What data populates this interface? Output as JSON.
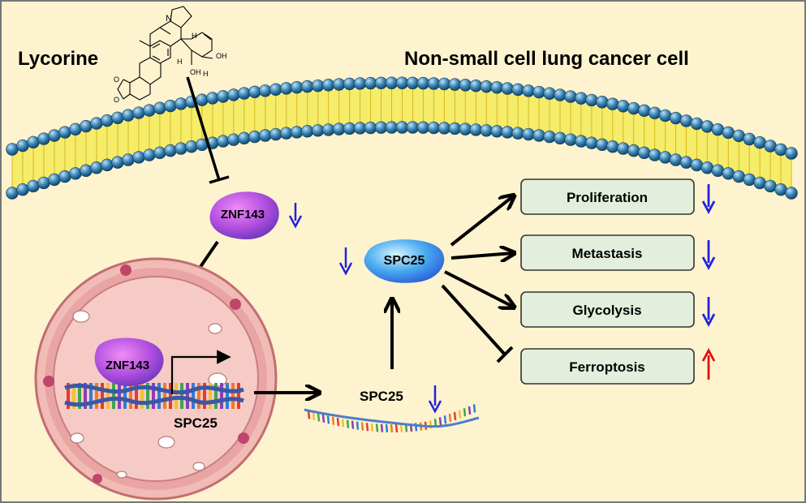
{
  "labels": {
    "compound": "Lycorine",
    "cell": "Non-small cell lung cancer cell",
    "znf143_cyto": "ZNF143",
    "znf143_nuc": "ZNF143",
    "spc25_gene": "SPC25",
    "spc25_mrna": "SPC25",
    "spc25_protein": "SPC25"
  },
  "molecule": {
    "atom_N": "N",
    "atom_H1": "H",
    "atom_H2": "H",
    "atom_H3": "H",
    "atom_OH1": "OH",
    "atom_OH2": "OH",
    "atom_O1": "O",
    "atom_O2": "O"
  },
  "outcomes": [
    {
      "label": "Proliferation",
      "change": "down"
    },
    {
      "label": "Metastasis",
      "change": "down"
    },
    {
      "label": "Glycolysis",
      "change": "down"
    },
    {
      "label": "Ferroptosis",
      "change": "up"
    }
  ],
  "colors": {
    "background": "#fdf3cf",
    "membrane_head": "#3a86b5",
    "membrane_tail": "#f2e23a",
    "down_arrow": "#2222dd",
    "up_arrow": "#e01010",
    "box_fill": "#e3efdc",
    "znf143": "#b04ee0",
    "spc25": "#3aa0e8",
    "nucleus": "#f3c4be"
  },
  "icons": [
    "down-arrow-icon",
    "up-arrow-icon",
    "inhibit-icon",
    "activation-arrow-icon"
  ]
}
